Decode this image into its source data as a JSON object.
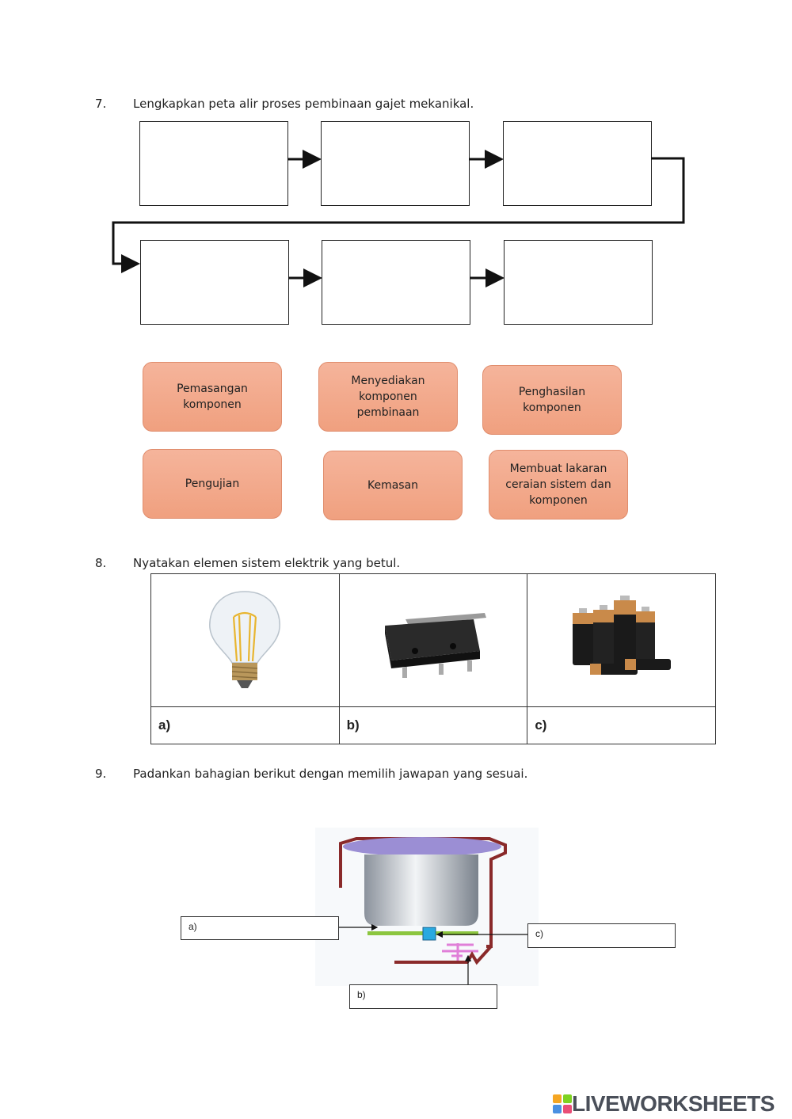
{
  "q7": {
    "number": "7.",
    "text": "Lengkapkan peta alir proses pembinaan gajet mekanikal.",
    "choices": [
      "Pemasangan\nkomponen",
      "Menyediakan\nkomponen\npembinaan",
      "Penghasilan\nkomponen",
      "Pengujian",
      "Kemasan",
      "Membuat lakaran\nceraian sistem dan\nkomponen"
    ]
  },
  "q8": {
    "number": "8.",
    "text": "Nyatakan elemen sistem elektrik yang betul.",
    "images": [
      "light-bulb",
      "micro-switch",
      "batteries"
    ],
    "answers": [
      "a)",
      "b)",
      "c)"
    ]
  },
  "q9": {
    "number": "9.",
    "text": "Padankan bahagian berikut dengan memilih jawapan yang sesuai.",
    "labels": [
      "a)",
      "b)",
      "c)"
    ]
  },
  "brand": {
    "name": "LIVEWORKSHEETS",
    "colors": {
      "accent": "#f0a07f",
      "logo_text": "#4a4f59"
    }
  }
}
